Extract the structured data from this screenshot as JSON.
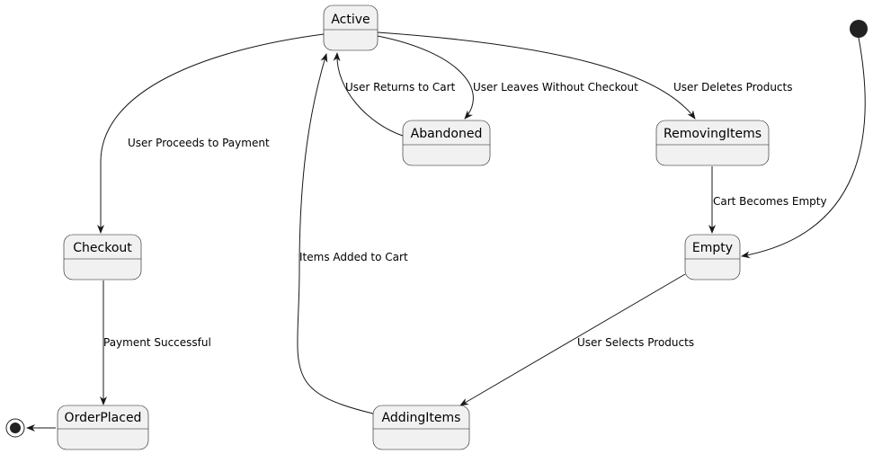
{
  "states": {
    "active": "Active",
    "abandoned": "Abandoned",
    "removing_items": "RemovingItems",
    "checkout": "Checkout",
    "empty": "Empty",
    "order_placed": "OrderPlaced",
    "adding_items": "AddingItems"
  },
  "transitions": {
    "active_to_checkout": "User Proceeds to Payment",
    "abandoned_to_active": "User Returns to Cart",
    "active_to_abandoned": "User Leaves Without Checkout",
    "active_to_removing": "User Deletes Products",
    "removing_to_empty": "Cart Becomes Empty",
    "adding_to_active": "Items Added to Cart",
    "checkout_to_order": "Payment Successful",
    "empty_to_adding": "User Selects Products"
  },
  "colors": {
    "state_fill": "#f1f1f1",
    "line": "#181818",
    "pseudo_state": "#222222"
  }
}
